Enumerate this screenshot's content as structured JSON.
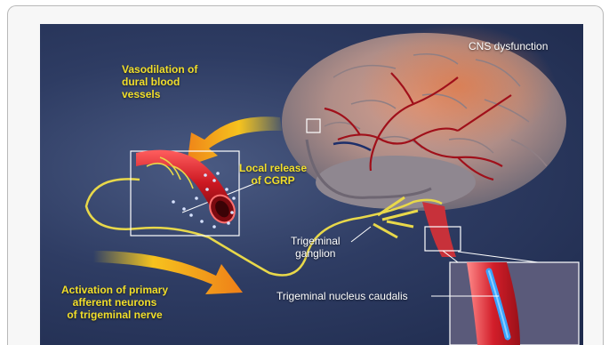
{
  "labels": {
    "cns": "CNS dysfunction",
    "vasodilation": [
      "Vasodilation of",
      "dural blood",
      "vessels"
    ],
    "cgrp": [
      "Local release",
      "of CGRP"
    ],
    "ganglion": [
      "Trigeminal",
      "ganglion"
    ],
    "activation": [
      "Activation of primary",
      "afferent neurons",
      "of trigeminal nerve"
    ],
    "nucleus": "Trigeminal nucleus caudalis"
  },
  "colors": {
    "label_yellow": "#f2df2a",
    "vessel_red": "#c8141e",
    "nerve_yellow": "#e8d84a",
    "arrow_orange": "#f1a21c"
  }
}
